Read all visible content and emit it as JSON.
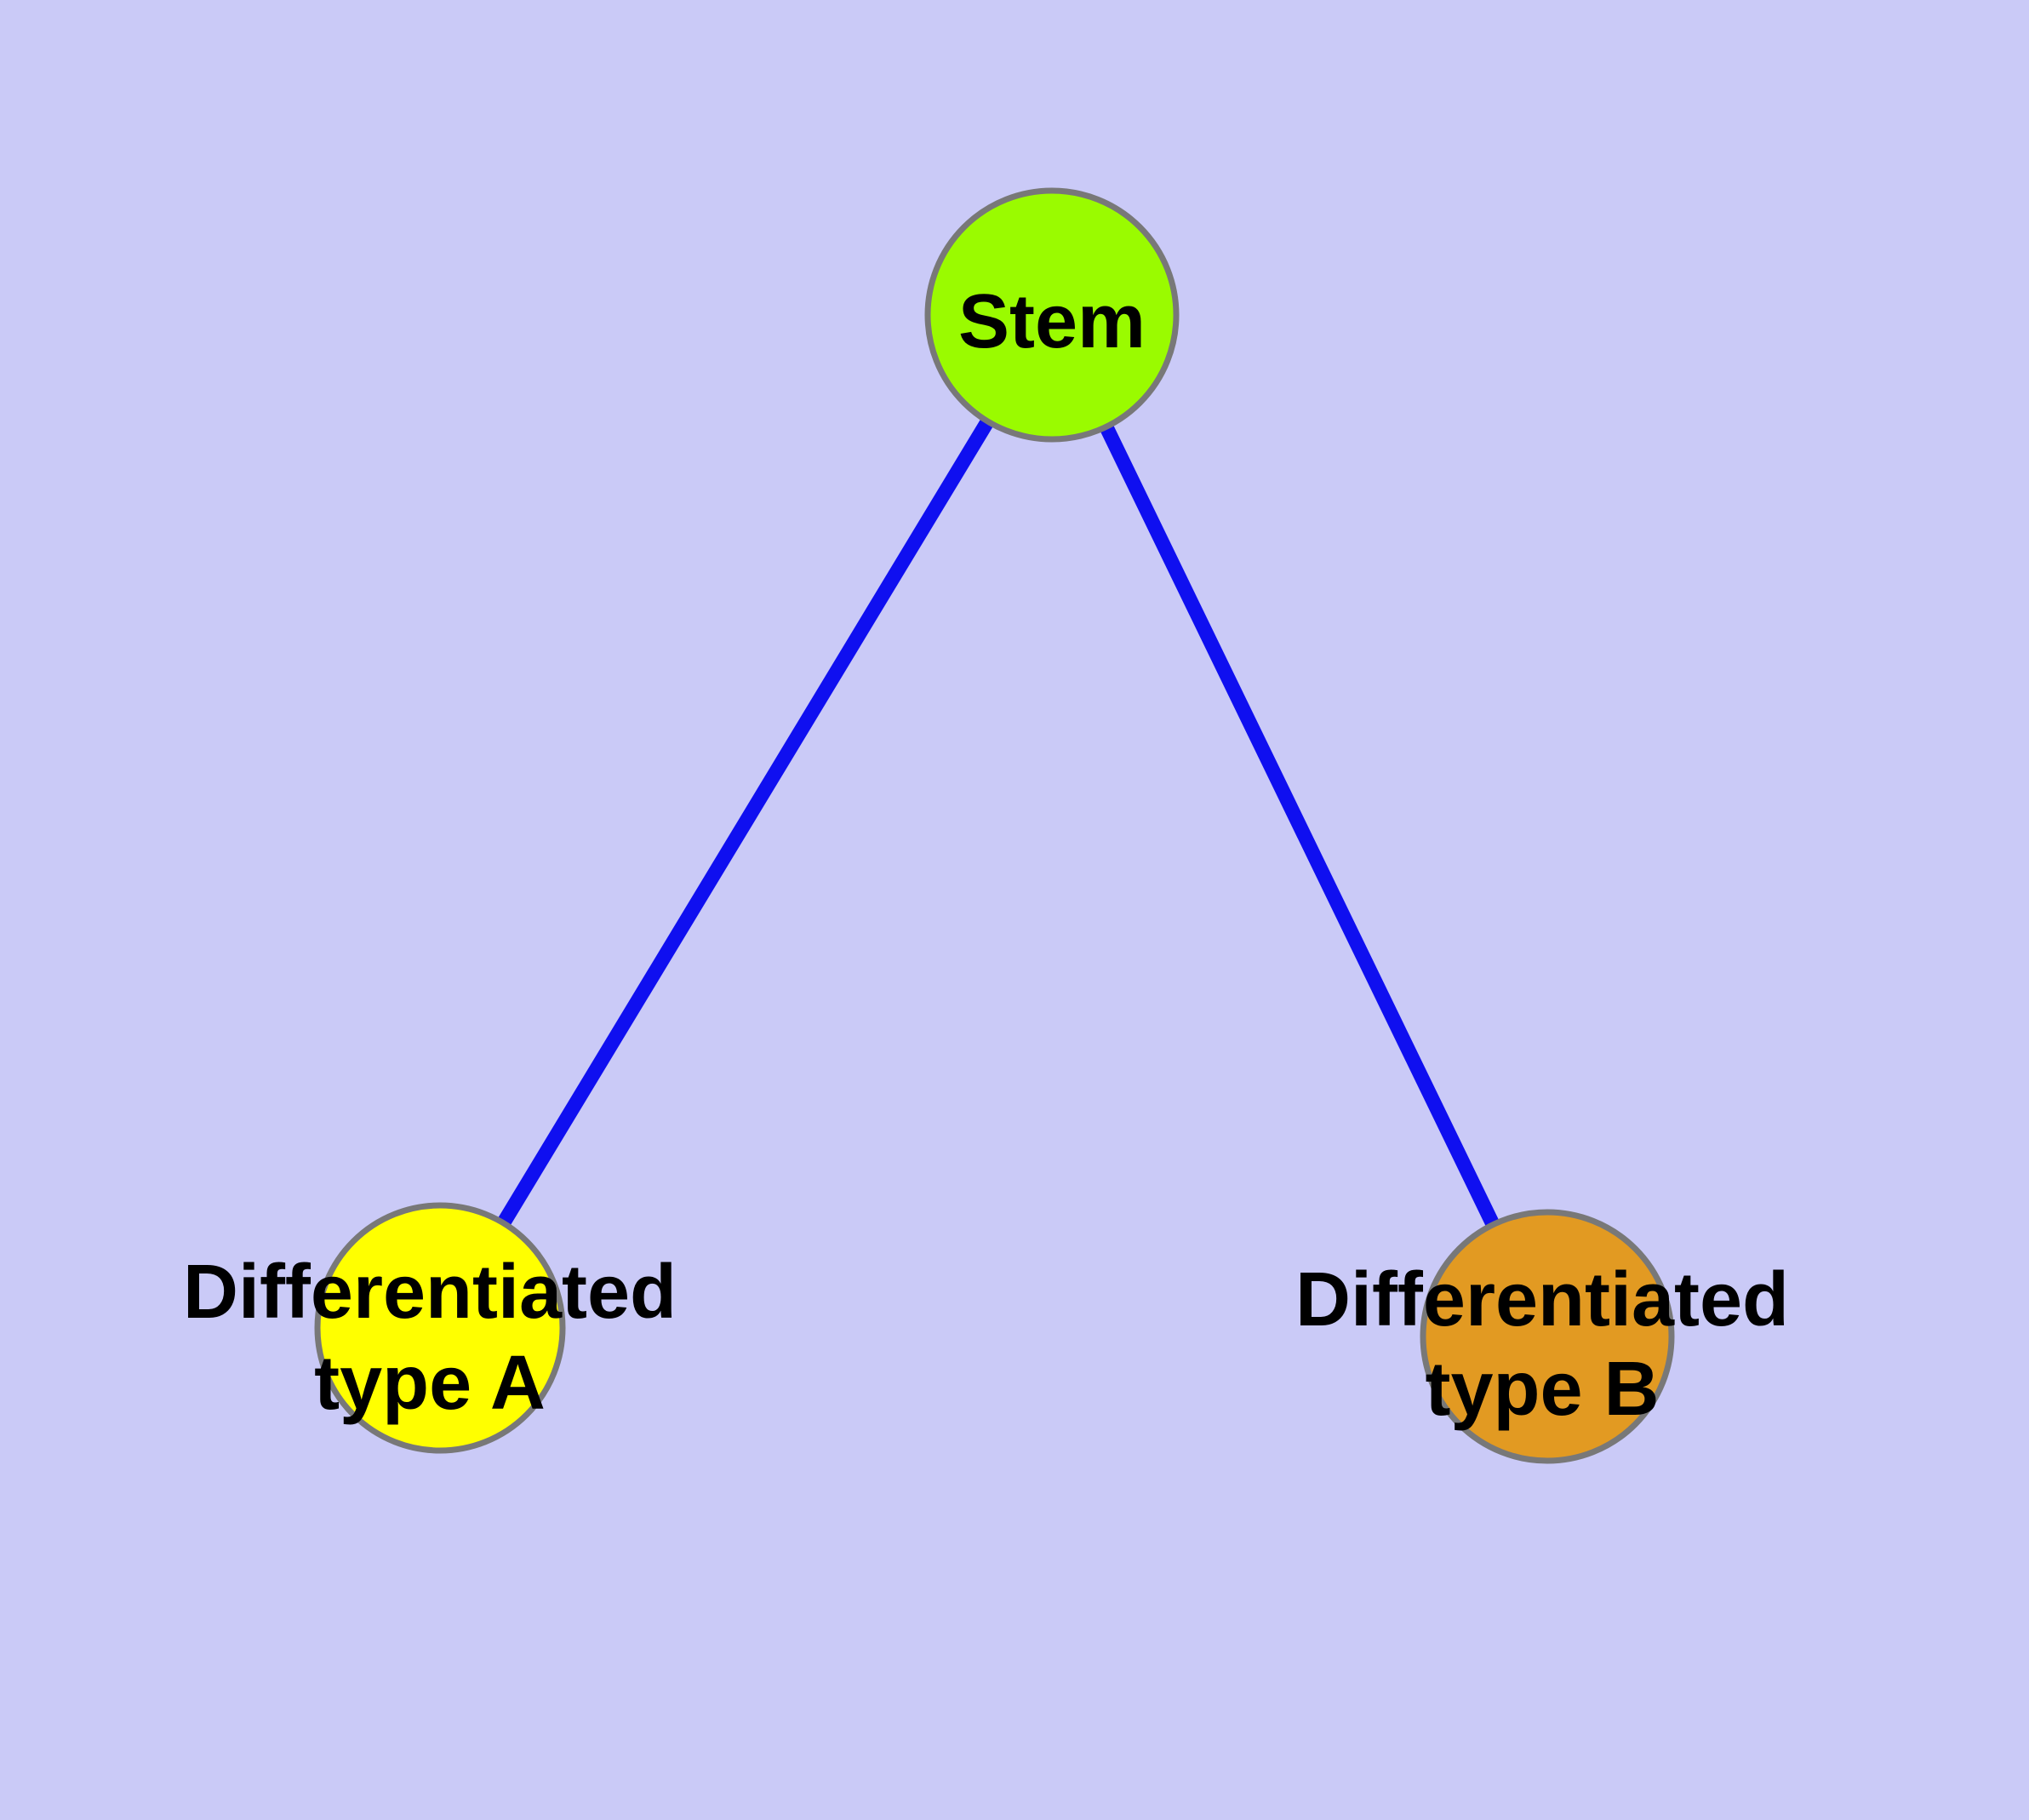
{
  "diagram": {
    "kind": "graph",
    "background_color": "#CACAF7",
    "edge_color": "#0F0FF0",
    "node_border_color": "#787878",
    "text_color": "#000000",
    "nodes": {
      "stem": {
        "label": "Stem",
        "fill_color": "#9AFB00"
      },
      "type_a": {
        "label_line1": "Differentiated",
        "label_line2": "type A",
        "fill_color": "#FFFF00"
      },
      "type_b": {
        "label_line1": "Differentiated",
        "label_line2": "type B",
        "fill_color": "#E29A22"
      }
    },
    "edges": [
      {
        "from": "Stem",
        "to": "Differentiated type A"
      },
      {
        "from": "Stem",
        "to": "Differentiated type B"
      }
    ]
  }
}
